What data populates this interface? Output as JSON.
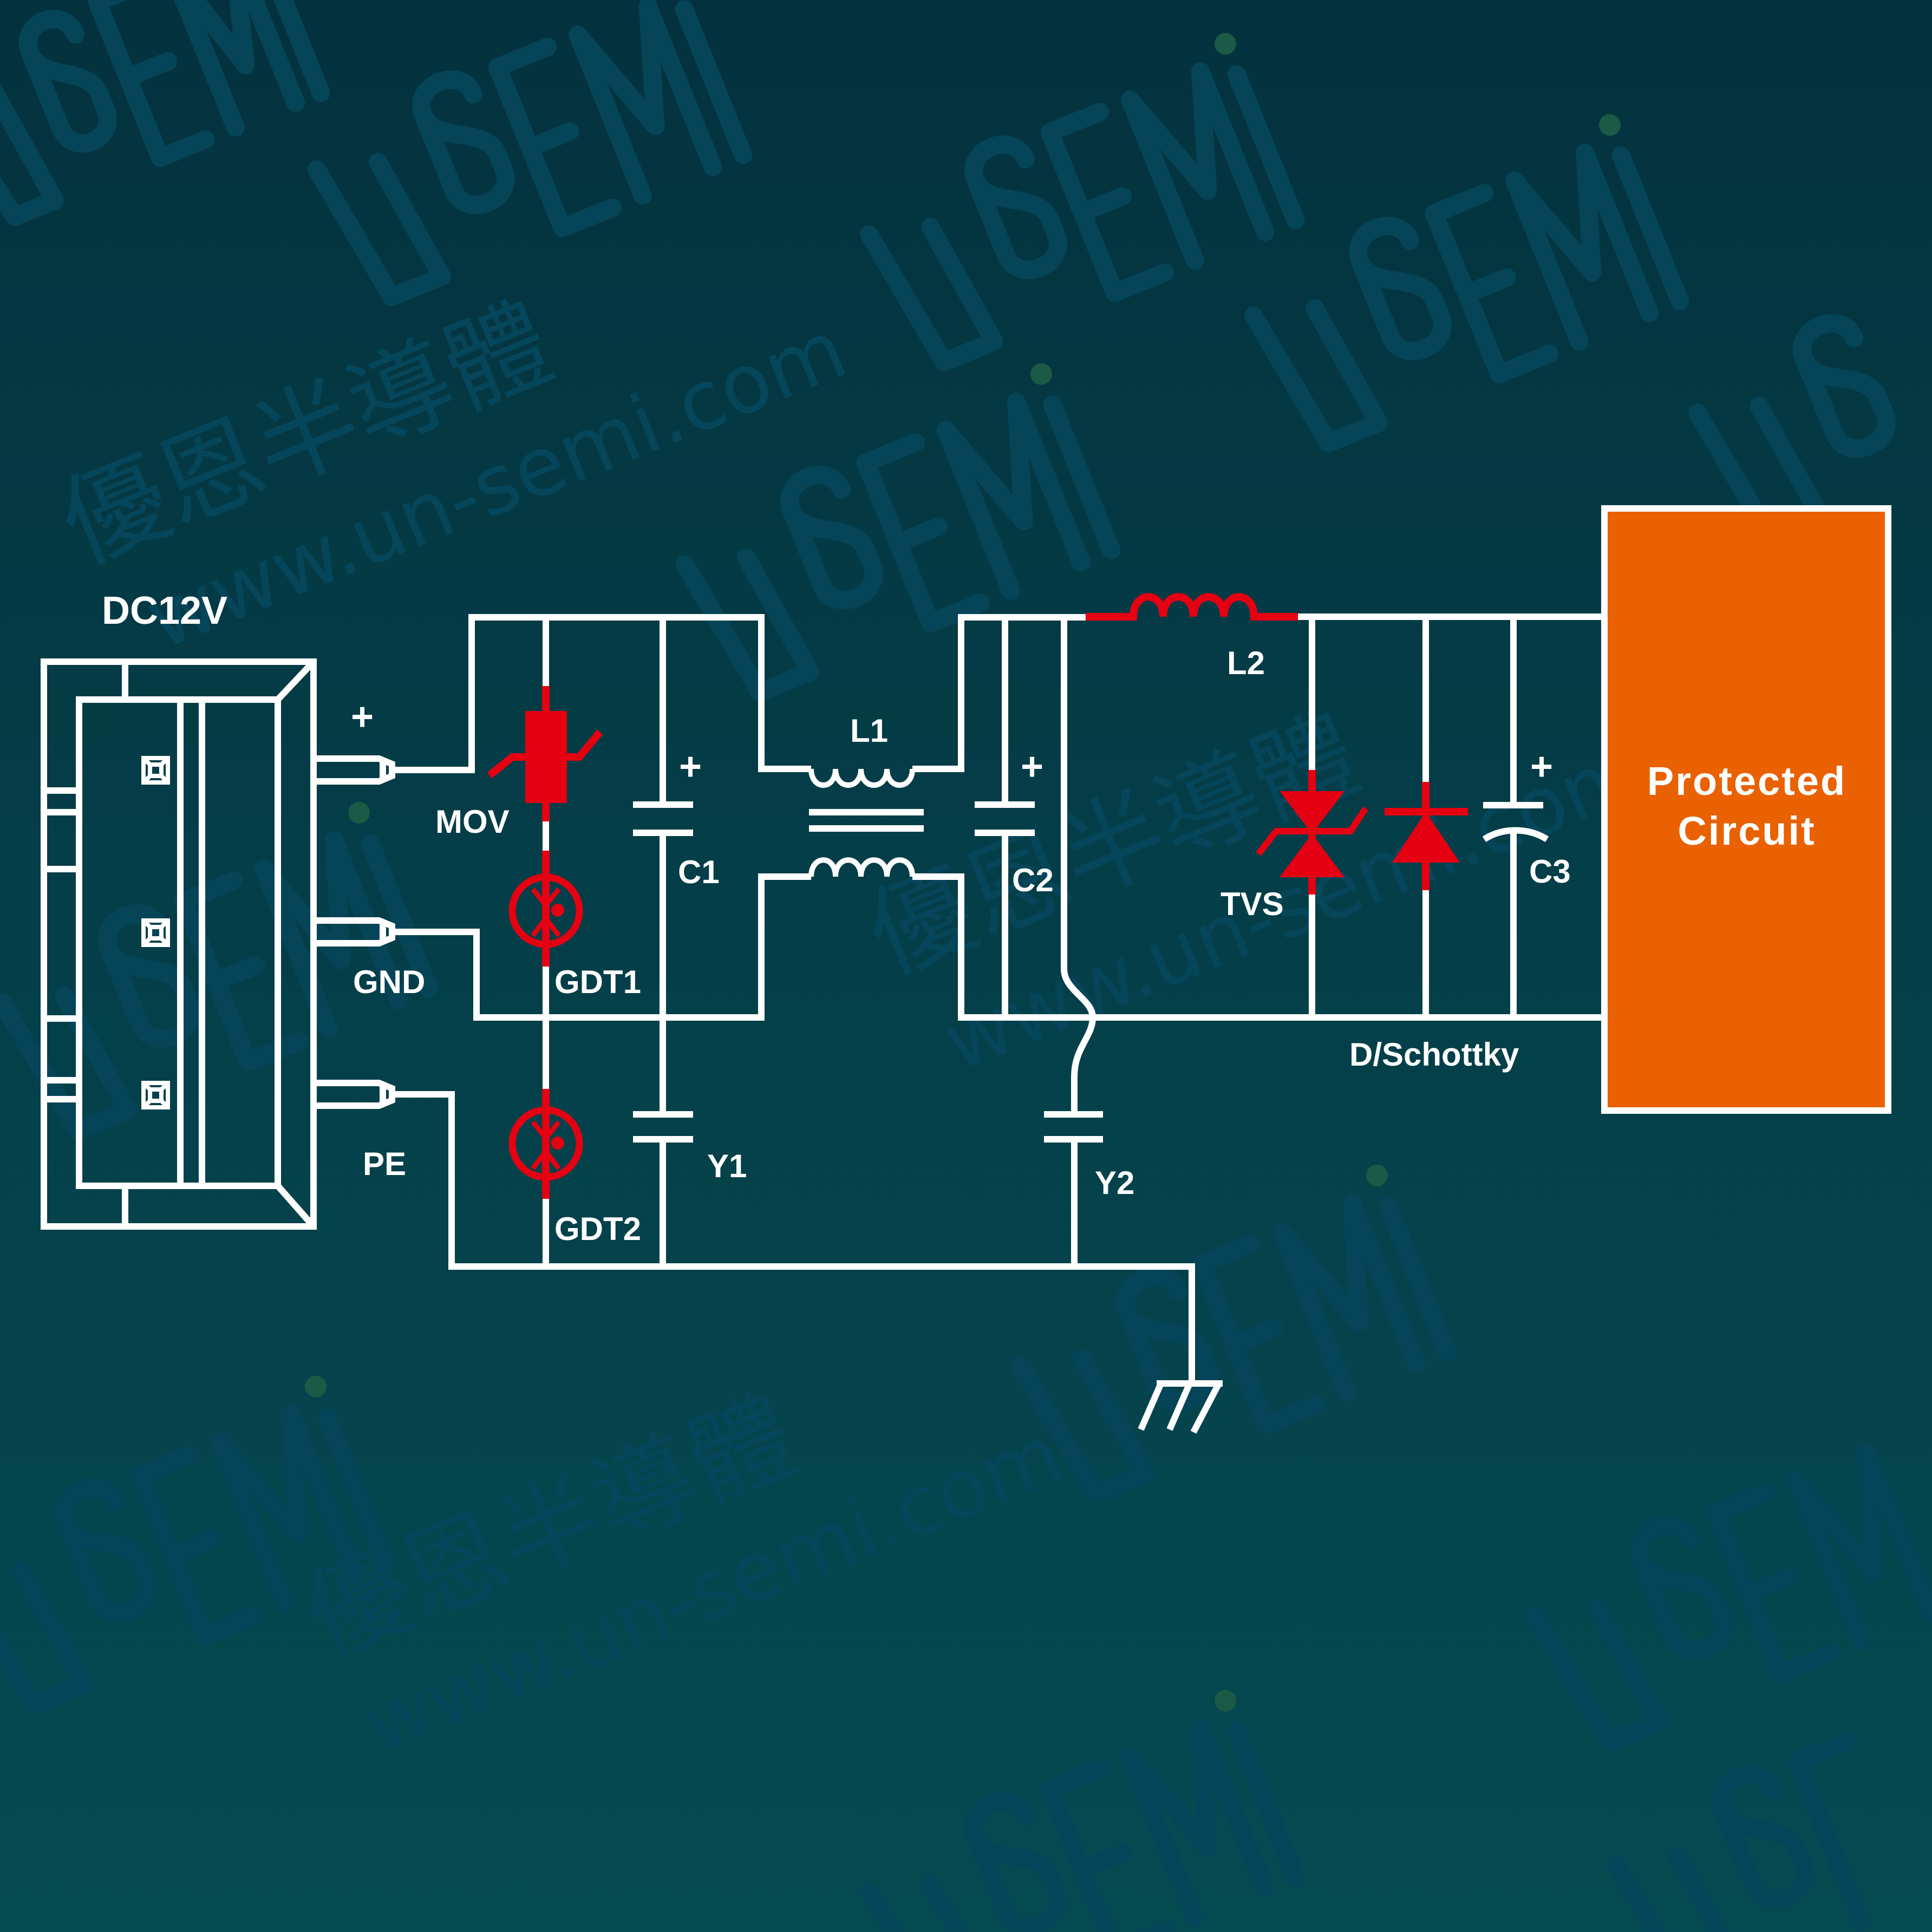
{
  "diagram": {
    "title": "DC12V surge protection circuit",
    "source_label": "DC12V",
    "terminals": {
      "positive": "+",
      "ground": "GND",
      "earth": "PE"
    },
    "components": {
      "mov": "MOV",
      "gdt1": "GDT1",
      "gdt2": "GDT2",
      "c1": "C1",
      "c2": "C2",
      "c3": "C3",
      "y1": "Y1",
      "y2": "Y2",
      "l1": "L1",
      "l2": "L2",
      "tvs": "TVS",
      "diode": "D/Schottky"
    },
    "polarity_mark": "+",
    "load": {
      "line1": "Protected",
      "line2": "Circuit"
    }
  },
  "watermark": {
    "brand": "UNSEMI",
    "chinese": "優恩半導體",
    "url": "www.un-semi.com"
  },
  "colors": {
    "background_top": "#03323e",
    "background_bottom": "#064a51",
    "wire": "#ffffff",
    "protection_component": "#e50012",
    "load_box": "#e96100",
    "watermark": "#06465a",
    "watermark_dot": "#1a5a46"
  }
}
